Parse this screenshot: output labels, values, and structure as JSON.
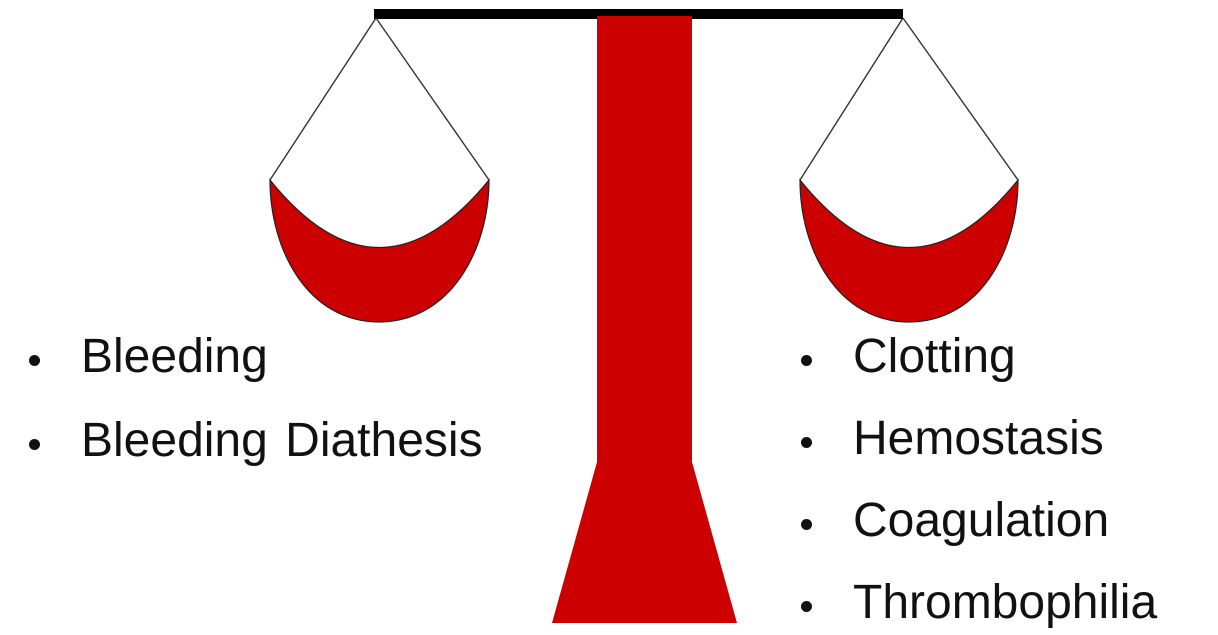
{
  "diagram": {
    "left_items": [
      "Bleeding",
      "Bleeding Diathesis"
    ],
    "right_items": [
      "Clotting",
      "Hemostasis",
      "Coagulation",
      "Thrombophilia"
    ]
  },
  "colors": {
    "scale_fill": "#cc0000",
    "beam": "#000000",
    "string": "#333333",
    "text": "#111111",
    "background": "#ffffff"
  }
}
